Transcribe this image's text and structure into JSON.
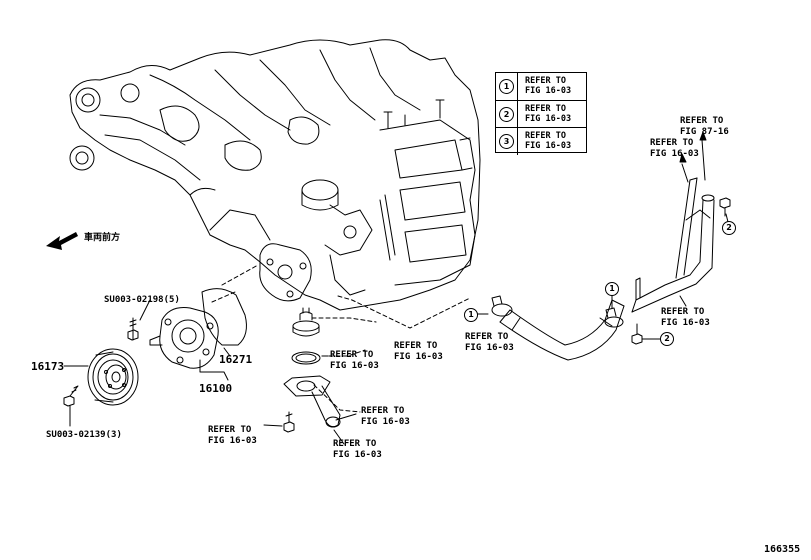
{
  "figure_number": "166355",
  "direction_label": "車両前方",
  "legend": [
    {
      "num": "1",
      "line1": "REFER TO",
      "line2": "FIG 16-03"
    },
    {
      "num": "2",
      "line1": "REFER TO",
      "line2": "FIG 16-03"
    },
    {
      "num": "3",
      "line1": "REFER TO",
      "line2": "FIG 16-03"
    }
  ],
  "parts": {
    "bolt_upper": "SU003-02198(5)",
    "pulley": "16173",
    "bolt_lower": "SU003-02139(3)",
    "gasket": "16271",
    "water_pump": "16100"
  },
  "refs": {
    "thermostat": {
      "line1": "REFER TO",
      "line2": "FIG 16-03"
    },
    "gasket_ring": {
      "line1": "FIG 16-03"
    },
    "housing_bolt": {
      "line1": "REFER TO",
      "line2": "FIG 16-03"
    },
    "outlet_upper": {
      "line1": "REFER TO",
      "line2": "FIG 16-03"
    },
    "outlet_lower": {
      "line1": "REFER TO",
      "line2": "FIG 16-03"
    },
    "hose": {
      "line1": "REFER TO",
      "line2": "FIG 16-03"
    },
    "pipe": {
      "line1": "REFER TO",
      "line2": "FIG 16-03"
    },
    "top_left": {
      "line1": "REFER TO",
      "line2": "FIG 16-03"
    },
    "top_right": {
      "line1": "REFER TO",
      "line2": "FIG 87-16"
    }
  },
  "callouts": {
    "hose_clamp": "1",
    "pipe_clamp": "1",
    "pipe_bolt": "2",
    "top_bolt": "2"
  }
}
